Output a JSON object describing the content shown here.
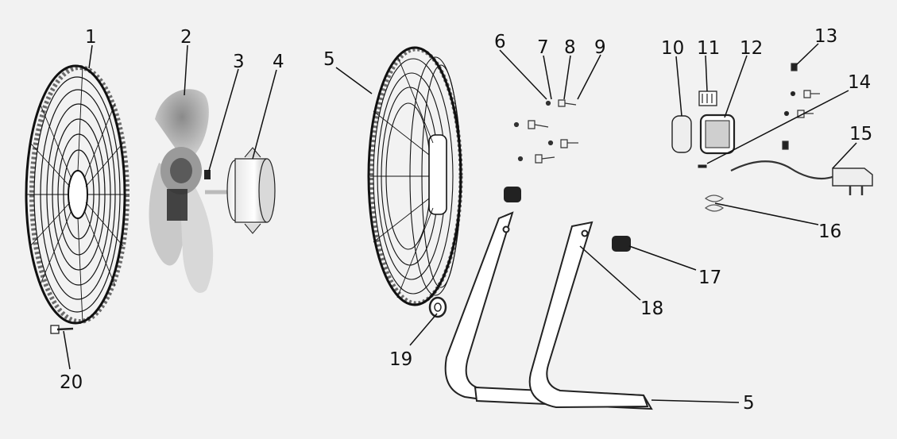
{
  "diagram": {
    "labels": {
      "p1": "1",
      "p2": "2",
      "p3": "3",
      "p4": "4",
      "p5a": "5",
      "p6": "6",
      "p7": "7",
      "p8": "8",
      "p9": "9",
      "p10": "10",
      "p11": "11",
      "p12": "12",
      "p13": "13",
      "p14": "14",
      "p15": "15",
      "p16": "16",
      "p17": "17",
      "p18": "18",
      "p19": "19",
      "p20": "20",
      "p5b": "5"
    }
  }
}
